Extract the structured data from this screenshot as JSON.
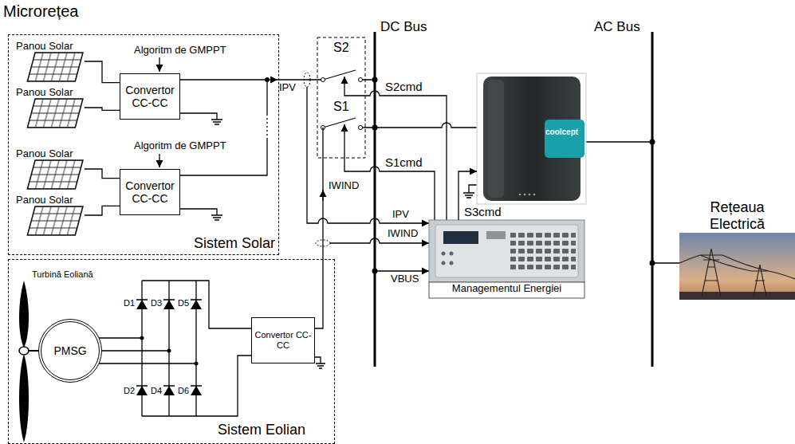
{
  "diagram": {
    "title": "Microrețea",
    "nodes": [
      {
        "text": [
          "Sistem Solar"
        ]
      },
      {
        "text": [
          "Panou Solar"
        ],
        "in": 0
      },
      {
        "text": [
          "Panou Solar"
        ],
        "in": 0
      },
      {
        "text": [
          "Convertor CC-CC"
        ],
        "in": 0
      },
      {
        "text": [
          "Panou Solar"
        ],
        "in": 0
      },
      {
        "text": [
          "Panou Solar"
        ],
        "in": 0
      },
      {
        "text": [
          "Convertor CC-CC"
        ],
        "in": 0
      },
      {
        "text": [
          "Sistem Eolian"
        ]
      },
      {
        "text": [
          "PMSG"
        ],
        "in": 7
      },
      {
        "text": [
          "Convertor CC-CC"
        ],
        "in": 7
      },
      {
        "text": [
          "coolcept"
        ]
      },
      {
        "text": [
          "Managementul Energiei"
        ]
      },
      {
        "text": [
          "Rețeaua Electrică"
        ]
      }
    ],
    "edges": [
      {
        "from": 1,
        "to": 3,
        "arrow": "none"
      },
      {
        "from": 2,
        "to": 3,
        "arrow": "none"
      },
      {
        "from": 4,
        "to": 6,
        "arrow": "none"
      },
      {
        "from": 5,
        "to": 6,
        "arrow": "none"
      },
      {
        "from": 11,
        "to": 10,
        "label": "S3cmd",
        "arrow": "to"
      }
    ],
    "labels": [
      "Algoritm de GMPPT",
      "Algoritm de GMPPT",
      "IPV",
      "S2",
      "S1",
      "S2cmd",
      "S1cmd",
      "IWIND",
      "DC Bus",
      "AC Bus",
      "IPV",
      "IWIND",
      "VBUS",
      "Turbină Eoliană",
      "D1",
      "D3",
      "D5",
      "D2",
      "D4",
      "D6"
    ]
  }
}
